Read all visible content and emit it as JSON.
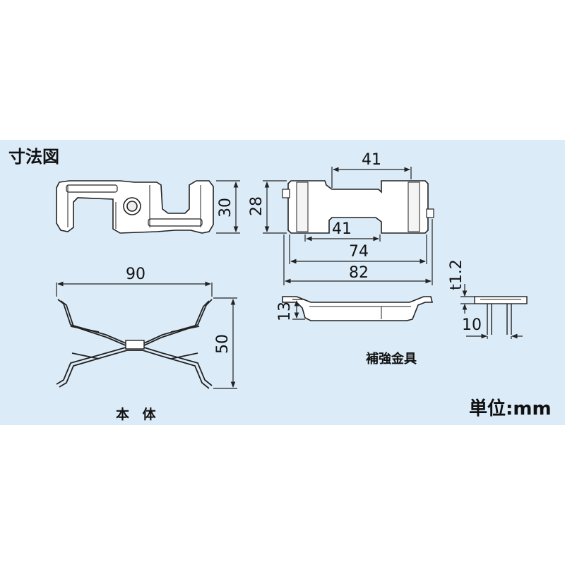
{
  "title": "寸法図",
  "labels": {
    "body": "本 体",
    "plate": "補強金具",
    "unit": "単位:mm"
  },
  "dimensions": {
    "body_height": "30",
    "body_width": "90",
    "body_depth": "50",
    "plate_height": "28",
    "plate_slot_top": "41",
    "plate_slot_bottom": "41",
    "plate_inner": "74",
    "plate_total": "82",
    "plate_side": "13",
    "plate_thickness": "t1.2",
    "plate_pin": "10"
  },
  "colors": {
    "background_panel": "#dcebf8",
    "line": "#222222",
    "metal": "#ffffff"
  }
}
